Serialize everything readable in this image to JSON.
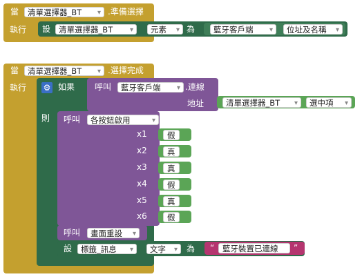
{
  "event1": {
    "when_label": "當",
    "component": "清單選擇器_BT",
    "event_name": ".準備選擇",
    "do_label": "執行",
    "set_label": "設",
    "set_component": "清單選擇器_BT",
    "set_property": "元素",
    "to_label": "為",
    "value_component": "藍牙客戶端",
    "value_property": "位址及名稱"
  },
  "event2": {
    "when_label": "當",
    "component": "清單選擇器_BT",
    "event_name": ".選擇完成",
    "do_label": "執行",
    "if_label": "如果",
    "then_label": "則",
    "call_label": "呼叫",
    "connect_component": "藍牙客戶端",
    "connect_method": ".連線",
    "address_label": "地址",
    "address_component": "清單選擇器_BT",
    "address_property": "選中項",
    "call_proc_label": "呼叫",
    "proc_name": "各按鈕啟用",
    "args": [
      {
        "label": "x1",
        "value": "假"
      },
      {
        "label": "x2",
        "value": "真"
      },
      {
        "label": "x3",
        "value": "真"
      },
      {
        "label": "x4",
        "value": "假"
      },
      {
        "label": "x5",
        "value": "真"
      },
      {
        "label": "x6",
        "value": "假"
      }
    ],
    "call_redraw_label": "呼叫",
    "redraw_name": "畫面重設",
    "set_label": "設",
    "label_component": "標籤_訊息",
    "label_property": "文字",
    "to_label": "為",
    "string_open": "“",
    "string_value": "藍牙裝置已連線",
    "string_close": "”"
  },
  "colors": {
    "event": "#c4a02f",
    "setter": "#2f6b4a",
    "procedure": "#7f5697",
    "logic": "#5ba556",
    "text": "#b5356f"
  }
}
